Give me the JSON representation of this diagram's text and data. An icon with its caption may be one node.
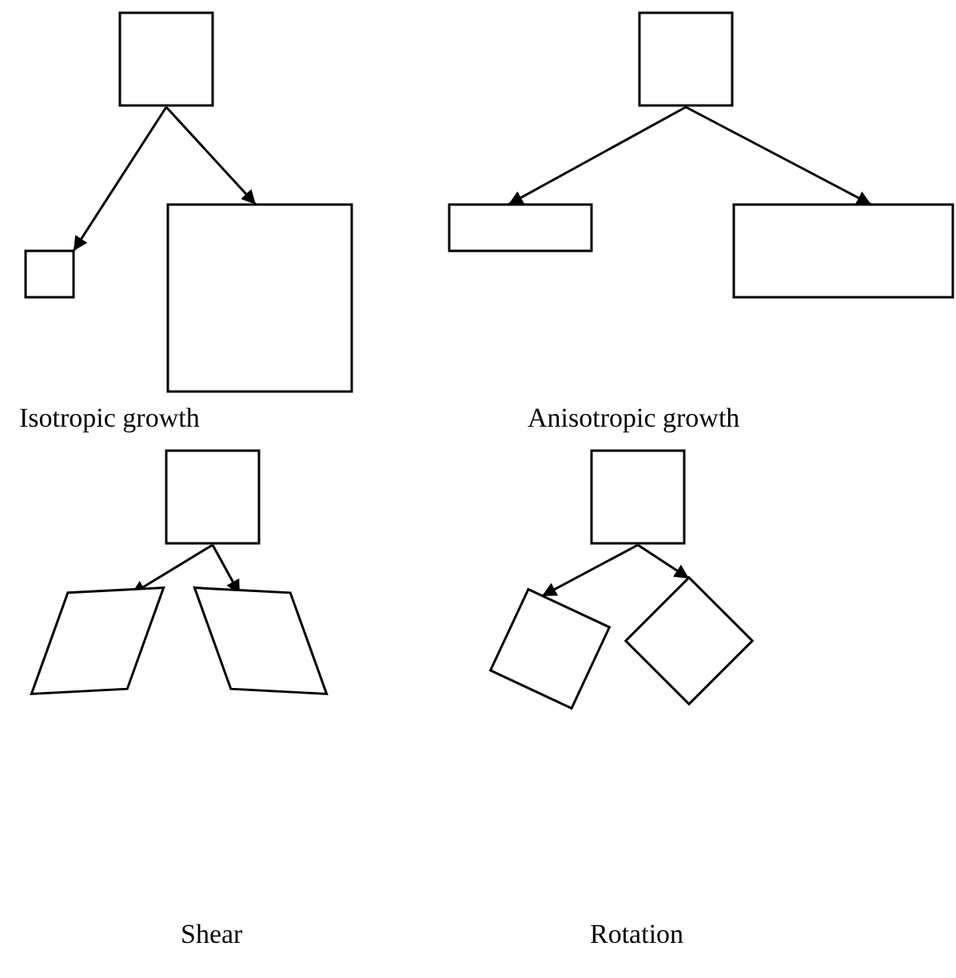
{
  "diagram": {
    "nodes": [
      {
        "text": [],
        "shape": "box"
      },
      {
        "text": [],
        "shape": "box"
      },
      {
        "text": [],
        "shape": "box"
      },
      {
        "text": [],
        "shape": "box"
      },
      {
        "text": [],
        "shape": "box"
      },
      {
        "text": [],
        "shape": "box"
      },
      {
        "text": [],
        "shape": "box"
      },
      {
        "text": [],
        "shape": "box"
      },
      {
        "text": [],
        "shape": "parallelogram"
      },
      {
        "text": [],
        "shape": "parallelogram"
      },
      {
        "text": [],
        "shape": "box"
      },
      {
        "text": [],
        "shape": "box"
      }
    ],
    "edges": [
      {
        "from": 0,
        "to": 2,
        "arrow": "to"
      },
      {
        "from": 0,
        "to": 3,
        "arrow": "to"
      },
      {
        "from": 1,
        "to": 4,
        "arrow": "to"
      },
      {
        "from": 1,
        "to": 5,
        "arrow": "to"
      },
      {
        "from": 6,
        "to": 8,
        "arrow": "to"
      },
      {
        "from": 6,
        "to": 9,
        "arrow": "to"
      },
      {
        "from": 7,
        "to": 10,
        "arrow": "to"
      },
      {
        "from": 7,
        "to": 11,
        "arrow": "to"
      }
    ],
    "labels": [
      "Isotropic growth",
      "Anisotropic growth",
      "Shear",
      "Rotation"
    ]
  }
}
